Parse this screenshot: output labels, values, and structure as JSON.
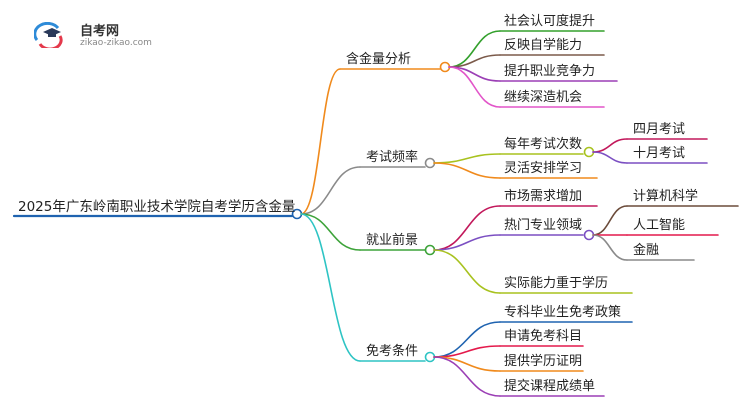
{
  "logo": {
    "title": "自考网",
    "url": "zikao-zikao.com"
  },
  "mindmap": {
    "root": "2025年广东岭南职业技术学院自考学历含金量",
    "branches": [
      {
        "label": "含金量分析",
        "color": "#f08a1c",
        "children": [
          {
            "label": "社会认可度提升",
            "color": "#33a02c"
          },
          {
            "label": "反映自学能力",
            "color": "#7b5a4a"
          },
          {
            "label": "提升职业竞争力",
            "color": "#9b3fb5"
          },
          {
            "label": "继续深造机会",
            "color": "#e255c9"
          }
        ]
      },
      {
        "label": "考试频率",
        "color": "#8a8a8a",
        "children": [
          {
            "label": "每年考试次数",
            "color": "#a8c21f",
            "children": [
              {
                "label": "四月考试",
                "color": "#c2185b"
              },
              {
                "label": "十月考试",
                "color": "#7b4fc2"
              }
            ]
          },
          {
            "label": "灵活安排学习",
            "color": "#f08a1c"
          }
        ]
      },
      {
        "label": "就业前景",
        "color": "#3da33a",
        "children": [
          {
            "label": "市场需求增加",
            "color": "#c2185b"
          },
          {
            "label": "热门专业领域",
            "color": "#7b4fc2",
            "children": [
              {
                "label": "计算机科学",
                "color": "#6b4b3a"
              },
              {
                "label": "人工智能",
                "color": "#e4194b"
              },
              {
                "label": "金融",
                "color": "#8a8a8a"
              }
            ]
          },
          {
            "label": "实际能力重于学历",
            "color": "#a8c21f"
          }
        ]
      },
      {
        "label": "免考条件",
        "color": "#2ec4c4",
        "children": [
          {
            "label": "专科毕业生免考政策",
            "color": "#1f63b0"
          },
          {
            "label": "申请免考科目",
            "color": "#e4194b"
          },
          {
            "label": "提供学历证明",
            "color": "#f08a1c"
          },
          {
            "label": "提交课程成绩单",
            "color": "#9b3fb5"
          }
        ]
      }
    ]
  }
}
